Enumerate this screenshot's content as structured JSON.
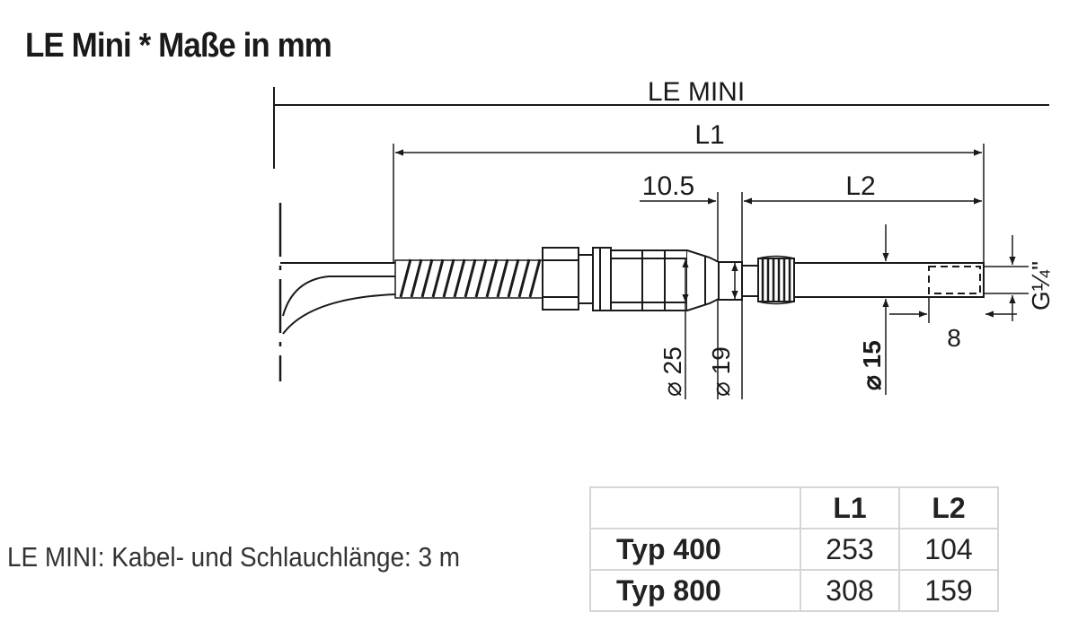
{
  "title": "LE Mini * Maße in mm",
  "drawing": {
    "total_label": "LE MINI",
    "l1_label": "L1",
    "l2_label": "L2",
    "dim_10_5": "10.5",
    "dim_8": "8",
    "dia_25": "⌀ 25",
    "dia_19": "⌀ 19",
    "dia_15": "⌀ 15",
    "thread": "G¼\""
  },
  "note": "LE MINI: Kabel- und Schlauchlänge: 3 m",
  "table": {
    "header": [
      "",
      "L1",
      "L2"
    ],
    "rows": [
      {
        "type": "Typ 400",
        "l1": "253",
        "l2": "104"
      },
      {
        "type": "Typ 800",
        "l1": "308",
        "l2": "159"
      }
    ]
  },
  "colors": {
    "line": "#1a1a1a",
    "table_border": "#d6d6d6"
  }
}
